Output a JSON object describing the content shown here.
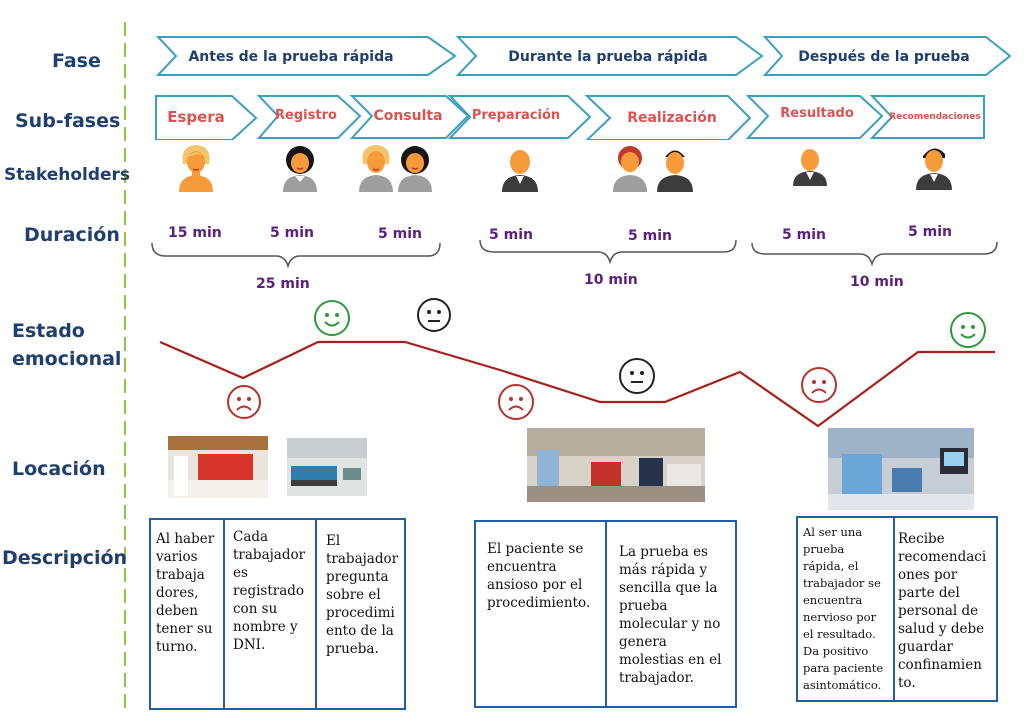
{
  "row_labels": {
    "fase": "Fase",
    "subfases": "Sub-fases",
    "stakeholders": "Stakeholders",
    "duracion": "Duración",
    "estado_line1": "Estado",
    "estado_line2": "emocional",
    "locacion": "Locación",
    "descripcion": "Descripción"
  },
  "phases": [
    "Antes de la prueba rápida",
    "Durante la prueba rápida",
    "Después de la prueba"
  ],
  "subphases": [
    "Espera",
    "Registro",
    "Consulta",
    "Preparación",
    "Realización",
    "Resultado",
    "Recomendaciones"
  ],
  "durations": {
    "sub": [
      "15 min",
      "5 min",
      "5 min",
      "5 min",
      "5 min",
      "5 min",
      "5 min"
    ],
    "phase": [
      "25 min",
      "10 min",
      "10 min"
    ]
  },
  "emotions": [
    "sad",
    "happy",
    "neutral",
    "sad",
    "neutral",
    "sad",
    "happy"
  ],
  "descriptions": [
    "Al haber varios trabaja dores, deben tener su turno.",
    "Cada trabajador es registrado con su nombre y DNI.",
    "El trabajador pregunta sobre el procedimi ento de la prueba.",
    "El paciente se encuentra ansioso por el procedimiento.",
    "La prueba es más rápida y sencilla que la prueba molecular y no genera molestias en el trabajador.",
    "Al ser una prueba rápida, el trabajador se encuentra nervioso por el resultado. Da positivo para paciente asintomático.",
    "Recibe recomendaci ones por parte del personal de salud y debe guardar confinamien to."
  ],
  "colors": {
    "label": "#1f3f70",
    "chevron_border": "#3aa0bf",
    "subphase_text": "#d9534f",
    "duration_text": "#5a1f80",
    "emotion_line": "#a8201a",
    "happy": "#2e9a3c",
    "neutral": "#222222",
    "sad": "#b5322b",
    "guide_dash": "#8cc63f",
    "desc_border": "#1f5fa5"
  }
}
